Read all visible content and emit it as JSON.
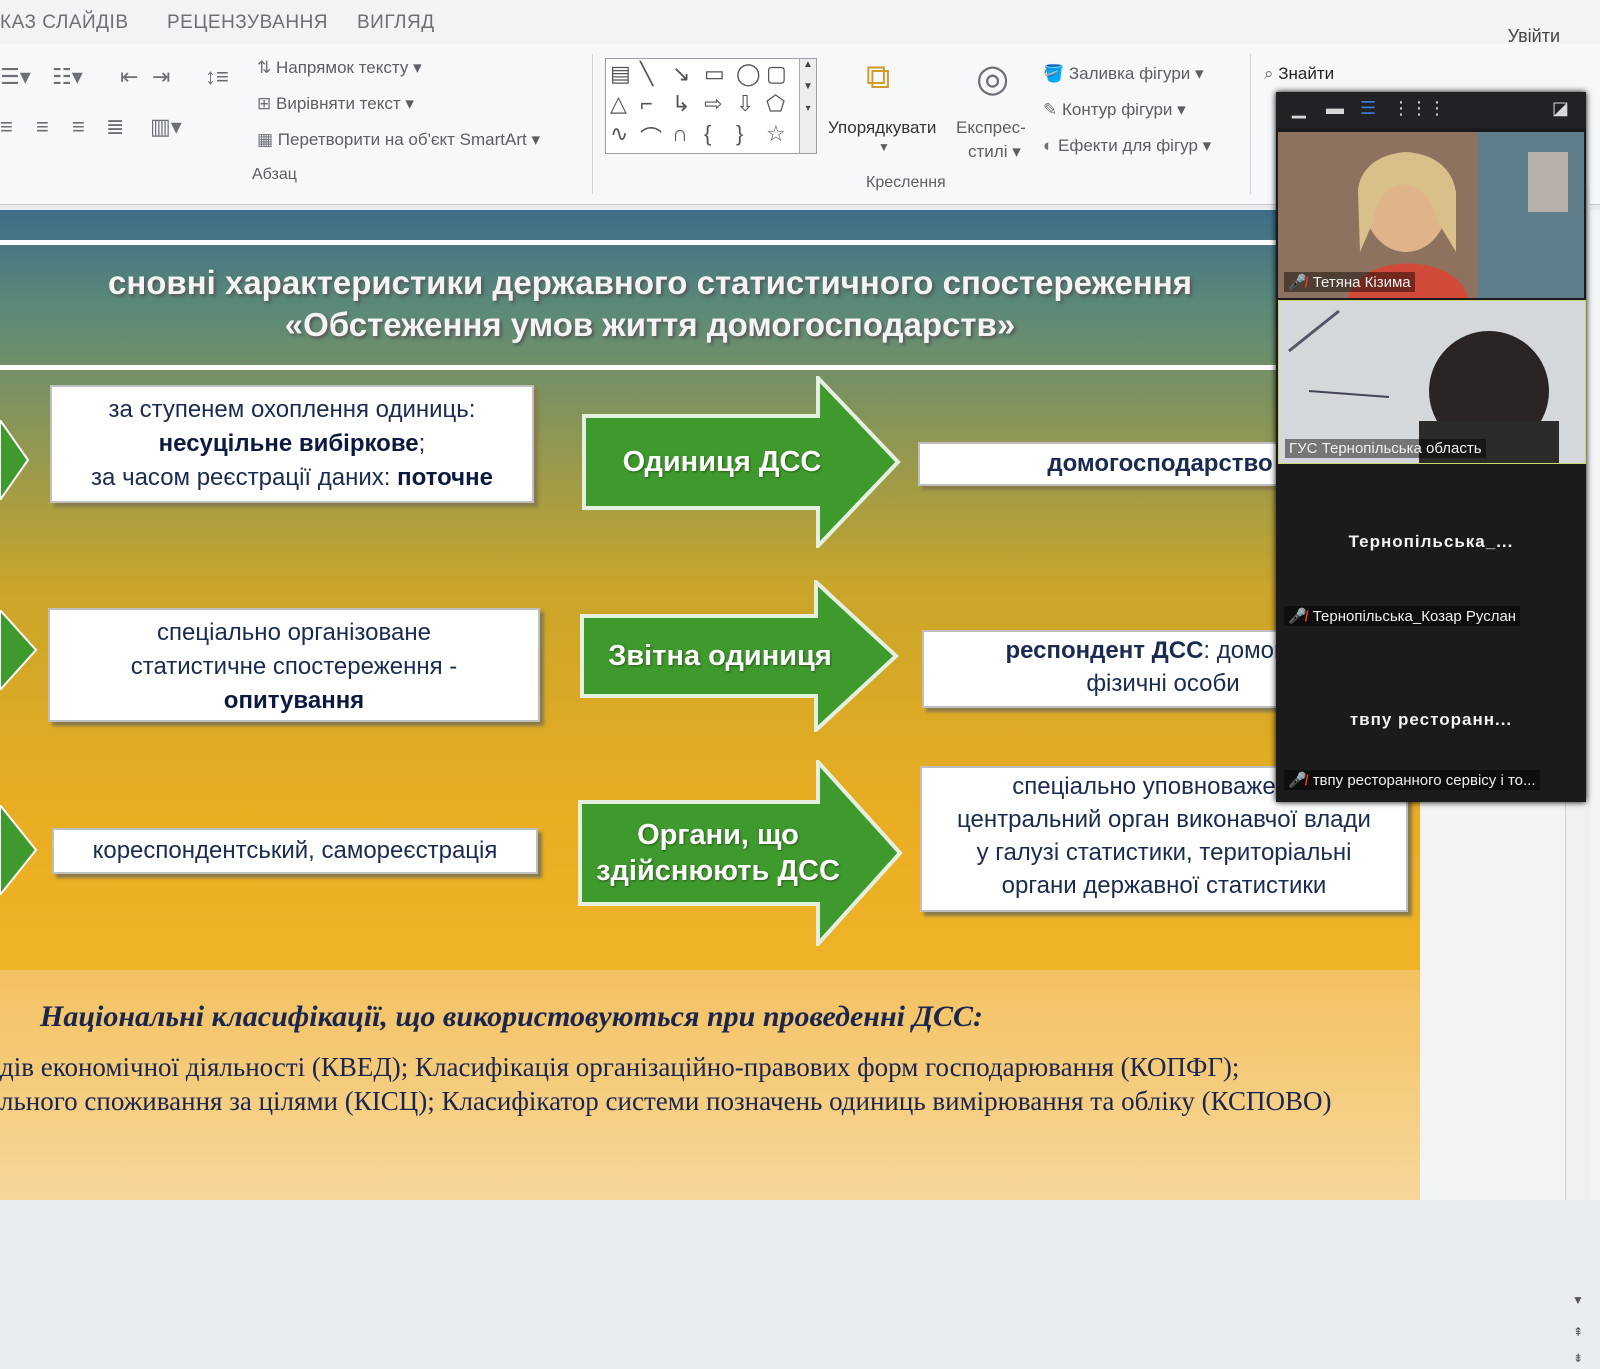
{
  "ribbon": {
    "tabs": [
      "КАЗ СЛАЙДІВ",
      "РЕЦЕНЗУВАННЯ",
      "ВИГЛЯД"
    ],
    "signin": "Увійти",
    "paragraph": {
      "text_direction": "Напрямок тексту",
      "align_text": "Вирівняти текст",
      "smartart": "Перетворити на об'єкт SmartArt",
      "group_label": "Абзац"
    },
    "drawing": {
      "arrange": "Упорядкувати",
      "quick_styles_1": "Експрес-",
      "quick_styles_2": "стилі",
      "shape_fill": "Заливка фігури",
      "shape_outline": "Контур фігури",
      "shape_effects": "Ефекти для фігур",
      "group_label": "Креслення"
    },
    "editing": {
      "find": "Знайти"
    }
  },
  "slide": {
    "title_line1": "сновні характеристики державного статистичного спостереження",
    "title_line2": "«Обстеження умов життя домогосподарств»",
    "row1": {
      "left_line1": "за ступенем охоплення одиниць:",
      "left_bold": "несуцільне вибіркове",
      "left_semicolon": ";",
      "left_line3": "за часом реєстрації даних: ",
      "left_bold2": "поточне",
      "arrow": "Одиниця ДСС",
      "right_bold": "домогосподарство"
    },
    "row2": {
      "left_line1": "спеціально організоване",
      "left_line2": "статистичне спостереження -",
      "left_bold": "опитування",
      "arrow": "Звітна одиниця",
      "right_bold": "респондент ДСС",
      "right_rest": ": домогосп",
      "right_line2": "фізичні особи"
    },
    "row3": {
      "left": "кореспондентський, самореєстрація",
      "arrow_line1": "Органи, що",
      "arrow_line2": "здійснюють ДСС",
      "right_line1": "спеціально уповноважений",
      "right_line2": "центральний орган виконавчої влади",
      "right_line3": "у галузі статистики, територіальні",
      "right_line4": "органи державної статистики"
    },
    "classif_heading": "Національні класифікації, що використовуються при проведенні ДСС:",
    "classif_line1": "дів економічної діяльності (КВЕД); Класифікація організаційно-правових форм господарювання (КОПФГ);",
    "classif_line2": "льного споживання за цілями (КІСЦ); Класифікатор системи позначень одиниць вимірювання та обліку (КСПОВО)"
  },
  "zoom": {
    "participants": [
      {
        "name": "Тетяна Кізима"
      },
      {
        "name": "ГУС Тернопільська область"
      },
      {
        "display": "Тернопільська_...",
        "name": "Тернопільська_Козар Руслан"
      },
      {
        "display": "твпу  ресторанн...",
        "name": "твпу ресторанного сервісу і то..."
      }
    ]
  },
  "colors": {
    "arrow_green": "#3f9a2e",
    "slide_gold": "#e8ad22",
    "title_teal": "#3e6d8a"
  }
}
